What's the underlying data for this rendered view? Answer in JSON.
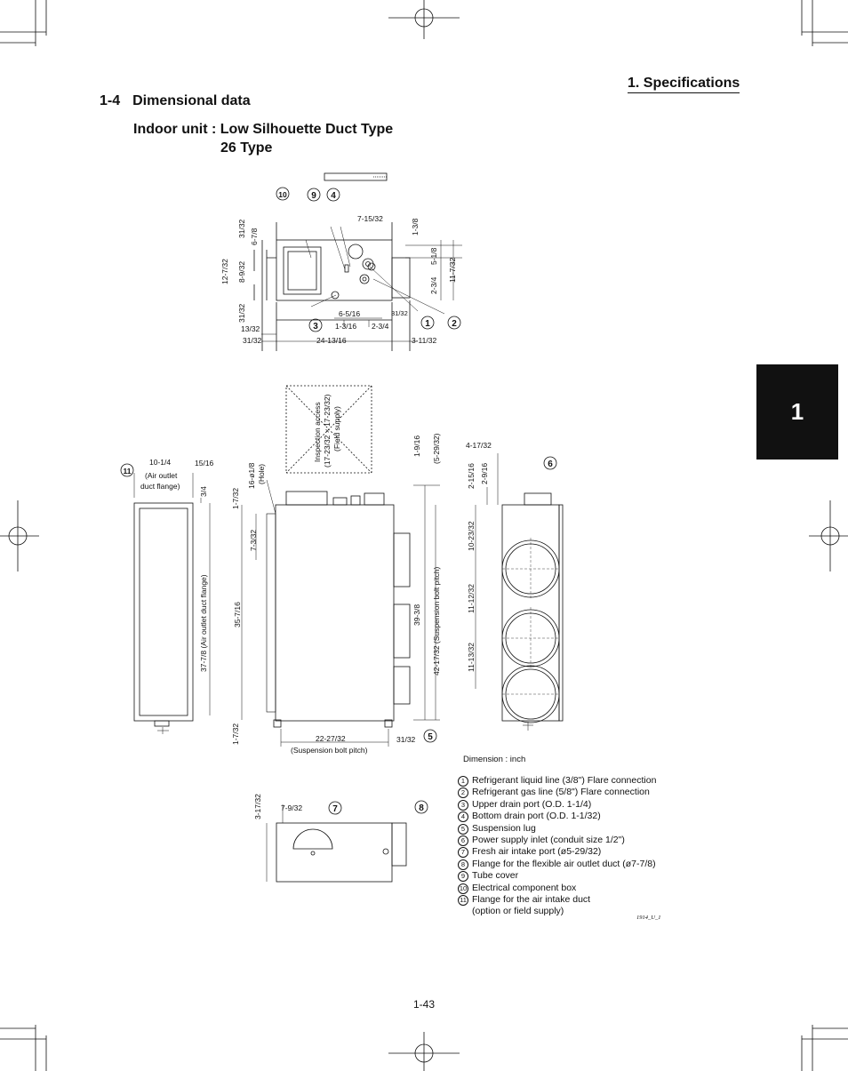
{
  "header": {
    "section": "1. Specifications"
  },
  "title": {
    "number": "1-4",
    "text": "Dimensional data"
  },
  "model": {
    "label": "Indoor unit :",
    "name": "Low Silhouette Duct Type",
    "type": "26 Type"
  },
  "chapter_tab": "1",
  "callouts": [
    "1",
    "2",
    "3",
    "4",
    "5",
    "6",
    "7",
    "8",
    "9",
    "10",
    "11"
  ],
  "top_view": {
    "dims": [
      "7-15/32",
      "1-3/8",
      "31/32",
      "6-7/8",
      "12-7/32",
      "8-9/32",
      "5-1/8",
      "11-7/32",
      "2-3/4",
      "31/32",
      "6-5/16",
      "31/32",
      "1-3/16",
      "2-3/4",
      "13/32",
      "31/32",
      "24-13/16",
      "3-11/32"
    ]
  },
  "inspection": {
    "line1": "Inspection access",
    "line2": "(17-23/32 × 17-23/32)",
    "line3": "(Field supply)"
  },
  "front_view": {
    "dims": [
      "10-1/4",
      "15/16",
      "(Air outlet",
      "duct flange)",
      "3/4",
      "37-7/8 (Air outlet duct flange)",
      "16-ø1/8",
      "(Hole)",
      "1-7/32",
      "7-3/32",
      "35-7/16",
      "1-7/32",
      "1-9/16",
      "(5-29/32)",
      "39-3/8",
      "42-17/32 (Suspension bolt pitch)",
      "22-27/32",
      "(Suspension bolt pitch)",
      "31/32"
    ]
  },
  "side_view": {
    "dims": [
      "4-17/32",
      "2-15/16",
      "2-9/16",
      "10-23/32",
      "11-12/32",
      "11-13/32"
    ]
  },
  "bottom_view": {
    "dims": [
      "3-17/32",
      "7-9/32"
    ]
  },
  "unit_note": "Dimension : inch",
  "legend": [
    {
      "num": "1",
      "text": "Refrigerant liquid line (3/8\") Flare connection"
    },
    {
      "num": "2",
      "text": "Refrigerant gas line (5/8\") Flare connection"
    },
    {
      "num": "3",
      "text": "Upper drain port (O.D. 1-1/4)"
    },
    {
      "num": "4",
      "text": "Bottom drain port (O.D. 1-1/32)"
    },
    {
      "num": "5",
      "text": "Suspension lug"
    },
    {
      "num": "6",
      "text": "Power supply inlet (conduit size 1/2\")"
    },
    {
      "num": "7",
      "text": "Fresh air intake port (ø5-29/32)"
    },
    {
      "num": "8",
      "text": "Flange for the flexible air outlet duct (ø7-7/8)"
    },
    {
      "num": "9",
      "text": "Tube cover"
    },
    {
      "num": "10",
      "text": "Electrical component box"
    },
    {
      "num": "11",
      "text": "Flange for the air intake duct\n(option or field supply)"
    }
  ],
  "doc_code": "1914_U_1",
  "page_number": "1-43"
}
